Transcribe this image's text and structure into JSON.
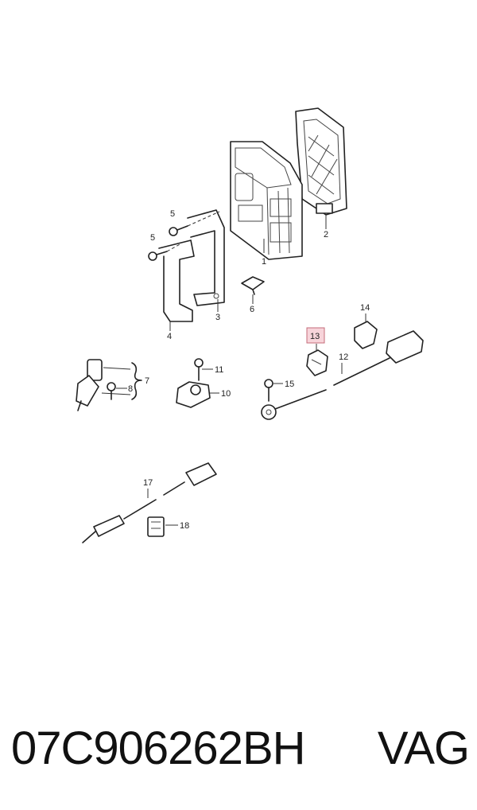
{
  "callouts": {
    "c1": "1",
    "c2": "2",
    "c3": "3",
    "c4": "4",
    "c5a": "5",
    "c5b": "5",
    "c6": "6",
    "c7": "7",
    "c8": "8",
    "c10": "10",
    "c11": "11",
    "c12": "12",
    "c13": "13",
    "c14": "14",
    "c15": "15",
    "c17": "17",
    "c18": "18"
  },
  "highlighted_callout": "13",
  "highlight_color": "#f7d4da",
  "caption": {
    "part_number": "07C906262BH",
    "brand": "VAG"
  }
}
